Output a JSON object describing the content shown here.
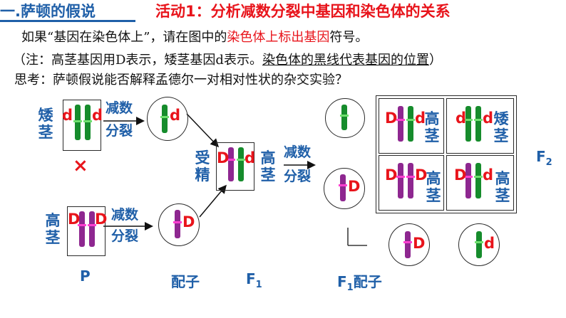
{
  "header": {
    "section_title": "一.萨顿的假说",
    "activity_title": "活动1：分析减数分裂中基因和染色体的关系"
  },
  "instructions": {
    "line1_prefix": "如果“基因在染色体上”，请在图中的",
    "line1_highlight": "染色体上标出基因",
    "line1_suffix": "符号。",
    "line2_prefix": "（注：高茎基因用D表示，矮茎基因d表示。",
    "line2_highlight": "染色体的黑线代表基因的位置",
    "line2_suffix": "）",
    "line3": "思考：萨顿假说能否解释孟德尔一对相对性状的杂交实验？"
  },
  "diagram": {
    "dwarf_label": "矮茎",
    "tall_label": "高茎",
    "meiosis_label_top": "减数",
    "meiosis_label_bottom": "分裂",
    "cross_symbol": "×",
    "fertilization_label": "受精",
    "f1_tall_label": "高茎",
    "gene_D": "D",
    "gene_d": "d",
    "punnett": [
      {
        "left": "D",
        "right": "d",
        "phenotype": "高茎"
      },
      {
        "left": "d",
        "right": "d",
        "phenotype": "矮茎"
      },
      {
        "left": "D",
        "right": "D",
        "phenotype": "高茎"
      },
      {
        "left": "D",
        "right": "d",
        "phenotype": "高茎"
      }
    ],
    "f2_label_main": "F",
    "f2_label_sub": "2"
  },
  "bottom_labels": {
    "p_label": "P",
    "gamete_label": "配子",
    "f1_main": "F",
    "f1_sub": "1",
    "f1_gamete_main": "F",
    "f1_gamete_sub": "1",
    "f1_gamete_suffix": "配子"
  },
  "colors": {
    "title_blue": "#1f5fa8",
    "highlight_red": "#e8141b",
    "chromosome_green": "#168c2c",
    "chromosome_purple": "#8e2790"
  }
}
